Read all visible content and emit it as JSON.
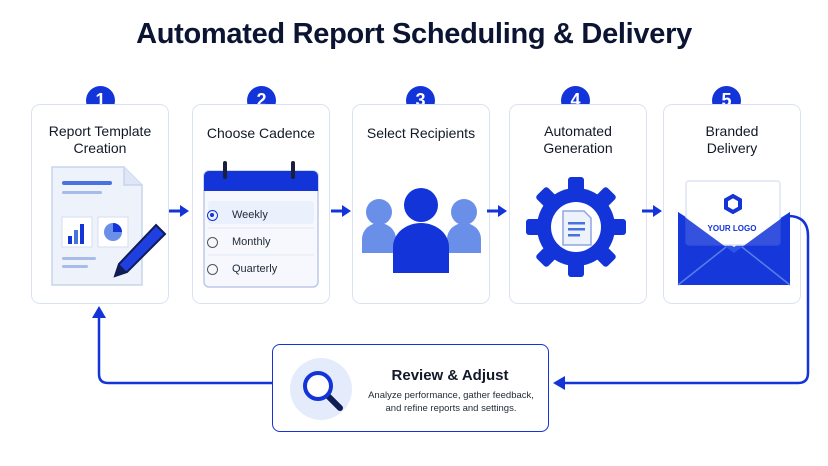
{
  "title": "Automated Report Scheduling & Delivery",
  "steps": [
    {
      "number": "1",
      "title_lines": [
        "Report Template",
        "Creation"
      ]
    },
    {
      "number": "2",
      "title_lines": [
        "Choose Cadence"
      ],
      "options": [
        "Weekly",
        "Monthly",
        "Quarterly"
      ],
      "selected": "Weekly"
    },
    {
      "number": "3",
      "title_lines": [
        "Select Recipients"
      ]
    },
    {
      "number": "4",
      "title_lines": [
        "Automated",
        "Generation"
      ]
    },
    {
      "number": "5",
      "title_lines": [
        "Branded",
        "Delivery"
      ],
      "logo_text": "YOUR LOGO"
    }
  ],
  "review": {
    "title": "Review & Adjust",
    "desc_lines": [
      "Analyze performance, gather feedback,",
      "and refine reports and settings."
    ]
  },
  "colors": {
    "accent": "#1234d8",
    "light_accent": "#6a8fe8",
    "card_border": "#dbe3f3",
    "title": "#0b1533"
  }
}
